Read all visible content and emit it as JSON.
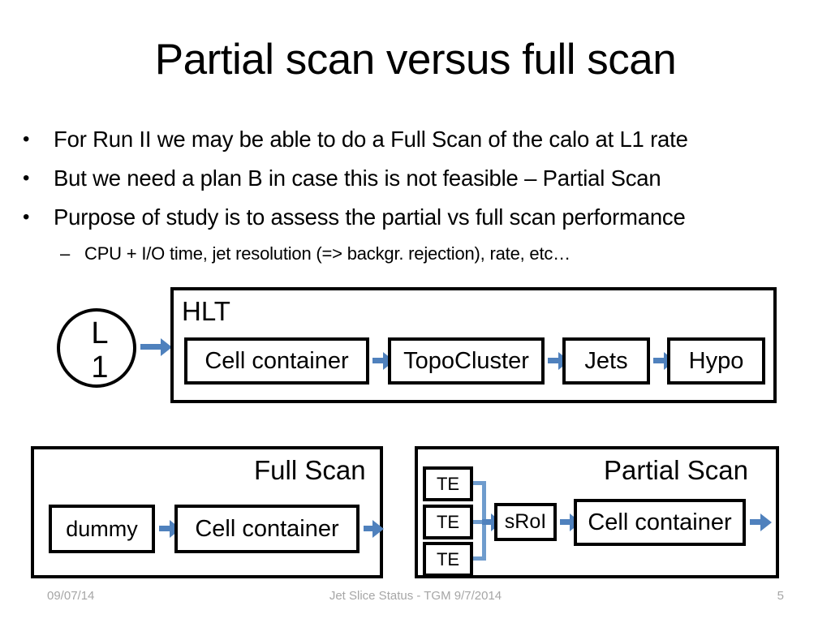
{
  "slide": {
    "title": "Partial scan versus full scan",
    "bullets": [
      {
        "level": 1,
        "marker": "•",
        "text": "For Run II we may be able to do a Full Scan of the calo at L1 rate"
      },
      {
        "level": 1,
        "marker": "•",
        "text": "But we need a plan B in case this is not feasible – Partial Scan"
      },
      {
        "level": 1,
        "marker": "•",
        "text": "Purpose of study is to assess the partial vs full scan performance"
      },
      {
        "level": 2,
        "marker": "–",
        "text": "CPU + I/O time, jet resolution (=> backgr. rejection), rate, etc…"
      }
    ]
  },
  "diagram": {
    "accent_color": "#4f81bd",
    "line_color": "#000000",
    "l1": {
      "letter": "L",
      "digit": "1",
      "name": "L1"
    },
    "hlt": {
      "label": "HLT",
      "nodes": [
        {
          "label": "Cell container"
        },
        {
          "label": "TopoCluster"
        },
        {
          "label": "Jets"
        },
        {
          "label": "Hypo"
        }
      ]
    },
    "full_scan": {
      "label": "Full Scan",
      "nodes": [
        {
          "label": "dummy"
        },
        {
          "label": "Cell container"
        }
      ]
    },
    "partial_scan": {
      "label": "Partial Scan",
      "inputs": [
        {
          "label": "TE"
        },
        {
          "label": "TE"
        },
        {
          "label": "TE"
        }
      ],
      "nodes": [
        {
          "label": "sRoI"
        },
        {
          "label": "Cell container"
        }
      ]
    }
  },
  "footer": {
    "date": "09/07/14",
    "center": "Jet Slice Status - TGM 9/7/2014",
    "page": "5"
  }
}
